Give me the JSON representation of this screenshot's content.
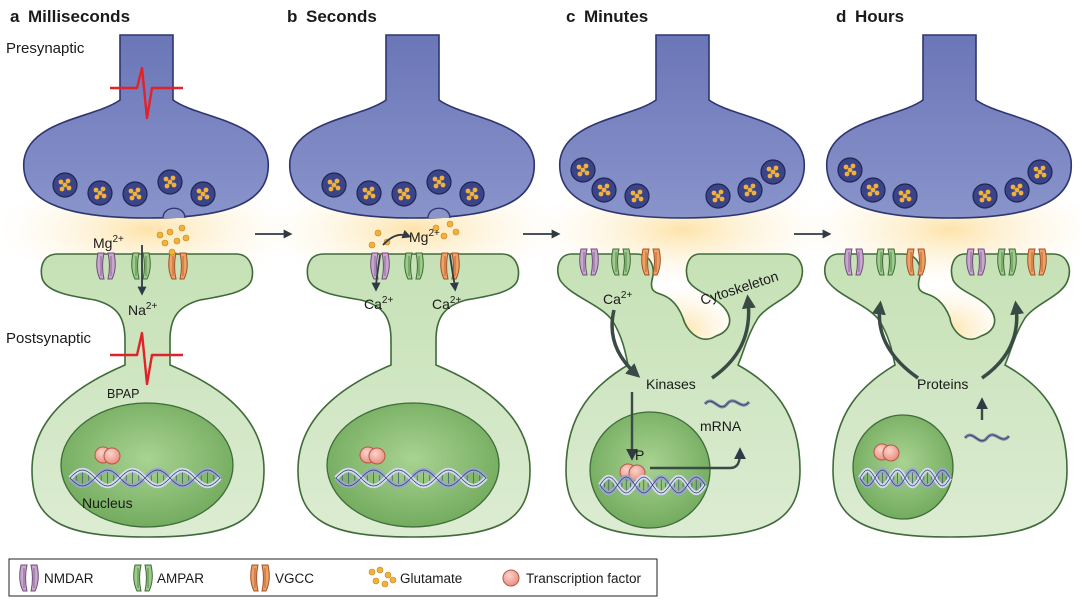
{
  "panels": [
    {
      "letter": "a",
      "title": "Milliseconds"
    },
    {
      "letter": "b",
      "title": "Seconds"
    },
    {
      "letter": "c",
      "title": "Minutes"
    },
    {
      "letter": "d",
      "title": "Hours"
    }
  ],
  "side_labels": {
    "presynaptic": "Presynaptic",
    "postsynaptic": "Postsynaptic"
  },
  "labels": {
    "mg": "Mg",
    "mg_sup": "2+",
    "na": "Na",
    "na_sup": "2+",
    "ca": "Ca",
    "ca_sup": "2+",
    "bpap": "BPAP",
    "nucleus": "Nucleus",
    "cytoskeleton": "Cytoskeleton",
    "kinases": "Kinases",
    "p": "P",
    "mrna": "mRNA",
    "proteins": "Proteins"
  },
  "legend": [
    {
      "icon": "nmdar",
      "label": "NMDAR"
    },
    {
      "icon": "ampar",
      "label": "AMPAR"
    },
    {
      "icon": "vgcc",
      "label": "VGCC"
    },
    {
      "icon": "glutamate",
      "label": "Glutamate"
    },
    {
      "icon": "tf",
      "label": "Transcription factor"
    }
  ],
  "colors": {
    "presynaptic_fill": "#7b86c2",
    "presynaptic_stroke": "#2e3570",
    "postsynaptic_fill": "#d3e8c6",
    "postsynaptic_stroke": "#3f6b3a",
    "nucleus_fill": "#8fbf78",
    "glutamate": "#f0b23c",
    "nmdar": "#c9a6cf",
    "ampar": "#9ccb8a",
    "vgcc": "#f0a060",
    "action_potential": "#e0232b",
    "arrow": "#2f3a44"
  }
}
